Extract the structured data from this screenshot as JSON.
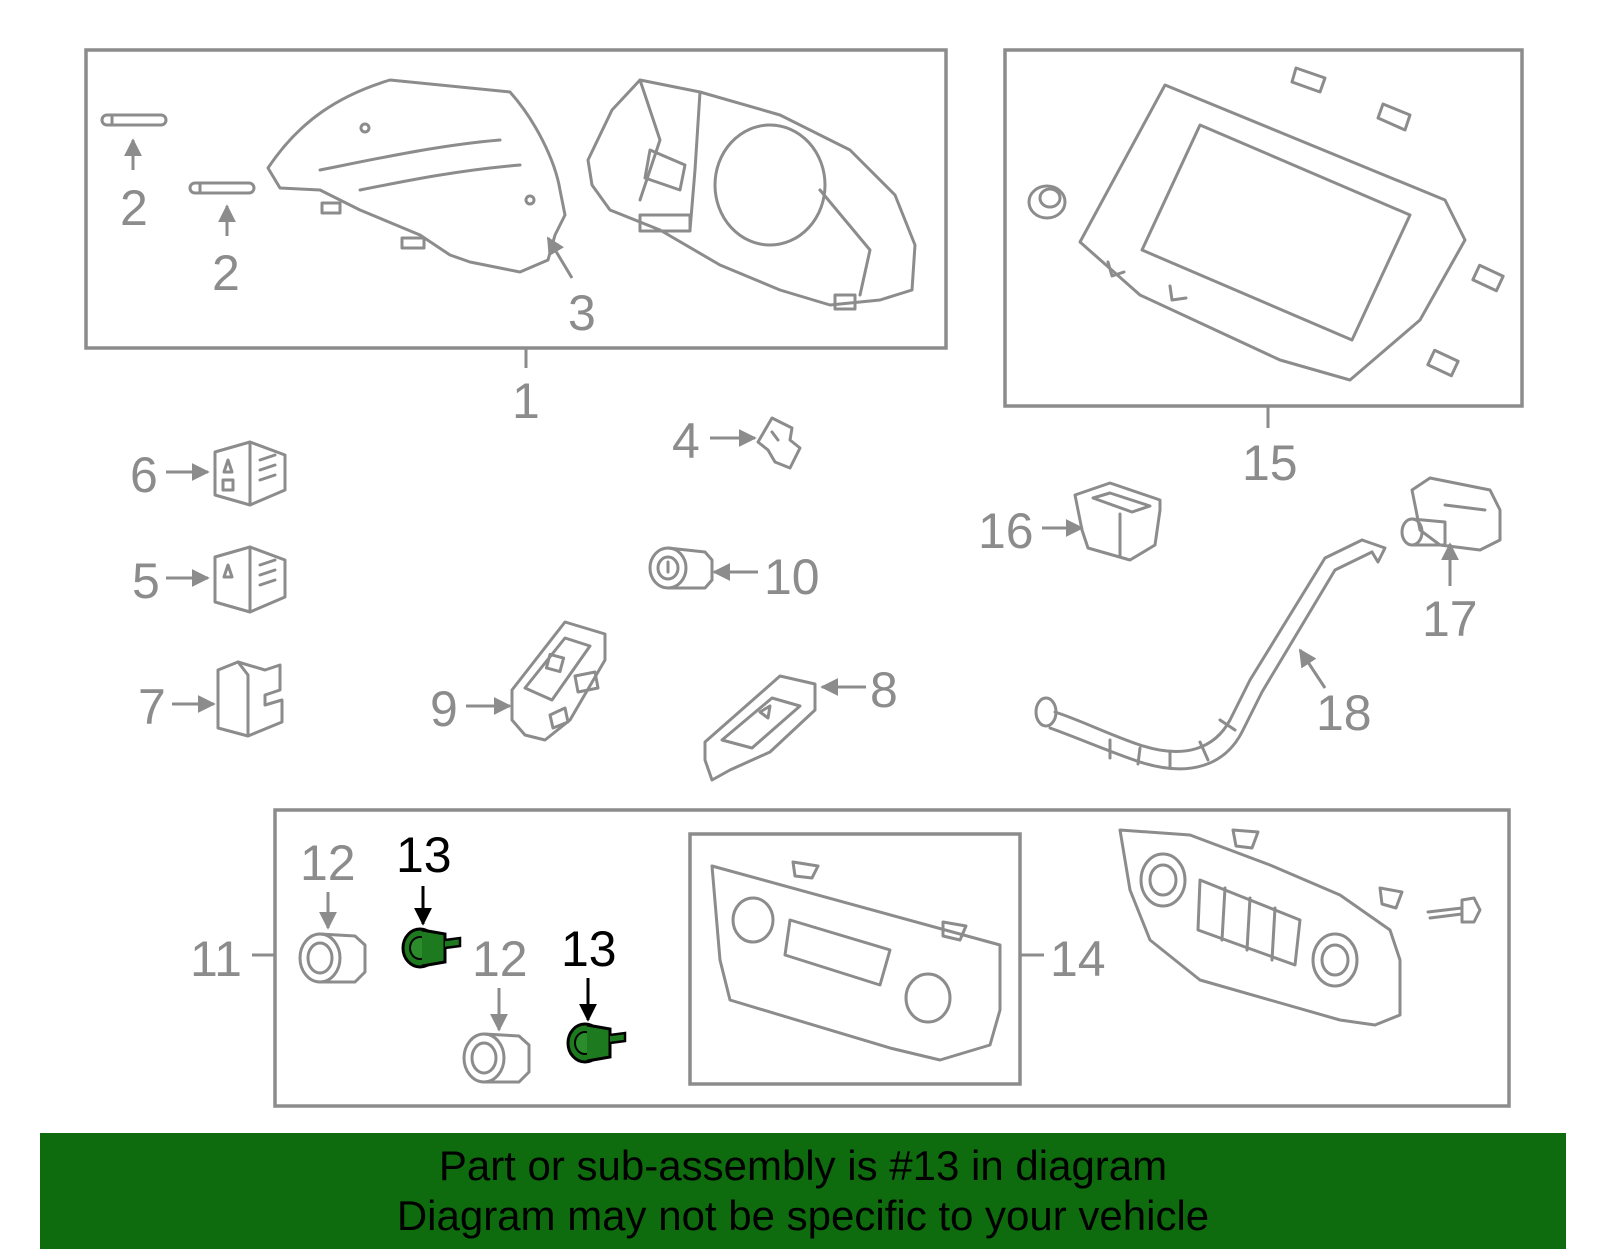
{
  "colors": {
    "part_stroke": "#8c8c8c",
    "highlight_fill": "#1e7a1e",
    "banner_background": "#0e6b0e",
    "label_highlight": "#000000"
  },
  "callouts": {
    "c1": "1",
    "c2a": "2",
    "c2b": "2",
    "c3": "3",
    "c4": "4",
    "c5": "5",
    "c6": "6",
    "c7": "7",
    "c8": "8",
    "c9": "9",
    "c10": "10",
    "c11": "11",
    "c12a": "12",
    "c12b": "12",
    "c13a": "13",
    "c13b": "13",
    "c14": "14",
    "c15": "15",
    "c16": "16",
    "c17": "17",
    "c18": "18"
  },
  "banner": {
    "line1": "Part or sub-assembly is #13 in diagram",
    "line2": "Diagram may not be specific to your vehicle"
  }
}
